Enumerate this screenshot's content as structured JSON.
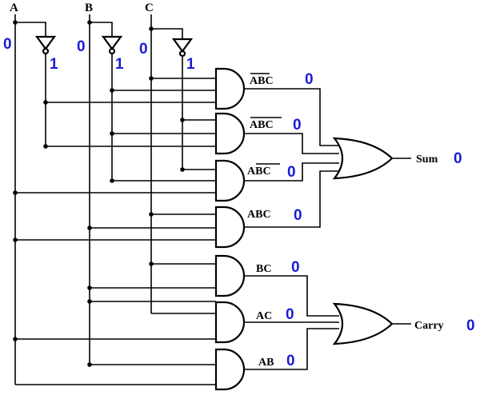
{
  "inputs": [
    {
      "name": "A",
      "value": "0",
      "not_value": "1"
    },
    {
      "name": "B",
      "value": "0",
      "not_value": "1"
    },
    {
      "name": "C",
      "value": "0",
      "not_value": "1"
    }
  ],
  "and_gates": [
    {
      "over": [
        "A",
        "B"
      ],
      "tail": "C",
      "value": "0"
    },
    {
      "over": [
        "A",
        "B",
        "C"
      ],
      "tail": "",
      "value": "0"
    },
    {
      "over": [
        "",
        "",
        "C"
      ],
      "tail": "",
      "value": "0"
    },
    {
      "over": [
        "",
        "",
        ""
      ],
      "tail": "",
      "value": "0"
    },
    {
      "label": "BC",
      "value": "0"
    },
    {
      "label": "AC",
      "value": "0"
    },
    {
      "label": "AB",
      "value": "0"
    }
  ],
  "outputs": {
    "sum": {
      "label": "Sum",
      "value": "0"
    },
    "carry": {
      "label": "Carry",
      "value": "0"
    }
  }
}
